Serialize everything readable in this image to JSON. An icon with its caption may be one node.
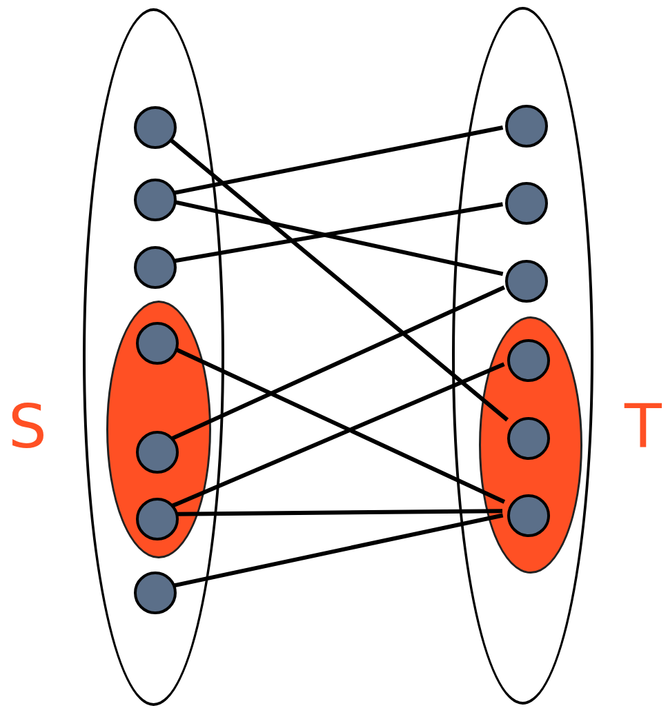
{
  "diagram": {
    "nodes": [
      {
        "text": [],
        "shape": "ellipse",
        "beside": [
          "S"
        ]
      },
      {
        "text": [],
        "shape": "circle",
        "in": 0
      },
      {
        "text": [],
        "shape": "circle",
        "in": 0
      },
      {
        "text": [],
        "shape": "circle",
        "in": 0
      },
      {
        "text": [],
        "shape": "ellipse",
        "in": 0
      },
      {
        "text": [],
        "shape": "circle",
        "in": 4
      },
      {
        "text": [],
        "shape": "circle",
        "in": 4
      },
      {
        "text": [],
        "shape": "circle",
        "in": 4
      },
      {
        "text": [],
        "shape": "circle",
        "in": 0
      },
      {
        "text": [],
        "shape": "ellipse",
        "beside": [
          "T"
        ]
      },
      {
        "text": [],
        "shape": "circle",
        "in": 9
      },
      {
        "text": [],
        "shape": "circle",
        "in": 9
      },
      {
        "text": [],
        "shape": "circle",
        "in": 9
      },
      {
        "text": [],
        "shape": "ellipse",
        "in": 9
      },
      {
        "text": [],
        "shape": "circle",
        "in": 13
      },
      {
        "text": [],
        "shape": "circle",
        "in": 13
      },
      {
        "text": [],
        "shape": "circle",
        "in": 13
      }
    ],
    "edges": [
      {
        "from": 1,
        "to": 15,
        "arrow": "none"
      },
      {
        "from": 2,
        "to": 10,
        "arrow": "none"
      },
      {
        "from": 2,
        "to": 12,
        "arrow": "none"
      },
      {
        "from": 3,
        "to": 11,
        "arrow": "none"
      },
      {
        "from": 5,
        "to": 16,
        "arrow": "none"
      },
      {
        "from": 6,
        "to": 12,
        "arrow": "none"
      },
      {
        "from": 7,
        "to": 14,
        "arrow": "none"
      },
      {
        "from": 7,
        "to": 16,
        "arrow": "none"
      },
      {
        "from": 8,
        "to": 16,
        "arrow": "none"
      }
    ]
  }
}
